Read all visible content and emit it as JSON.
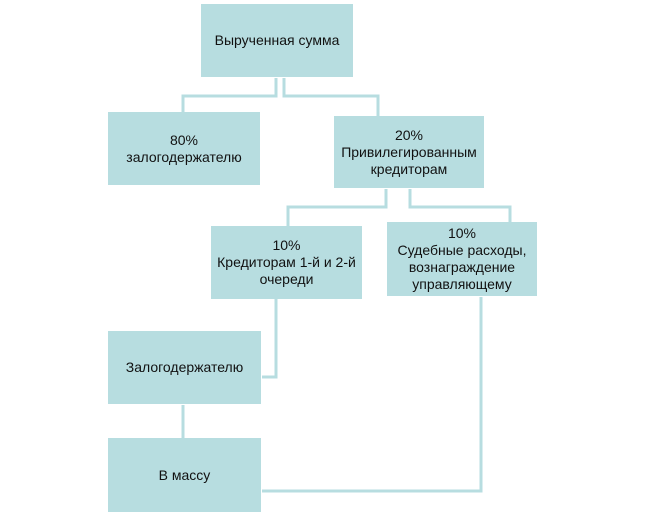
{
  "diagram": {
    "nodes": {
      "revenue": {
        "label": "Вырученная сумма"
      },
      "pledgee80": {
        "label": "80%\nзалогодержателю"
      },
      "priv20": {
        "label": "20%\nПривилегированным\nкредиторам"
      },
      "cred10": {
        "label": "10%\nКредиторам 1-й и 2-й\nочереди"
      },
      "court10": {
        "label": "10%\nСудебные расходы,\nвознаграждение\nуправляющему"
      },
      "pledgee": {
        "label": "Залогодержателю"
      },
      "mass": {
        "label": "В массу"
      }
    },
    "edges": [
      {
        "from": "revenue",
        "to": "pledgee80"
      },
      {
        "from": "revenue",
        "to": "priv20"
      },
      {
        "from": "priv20",
        "to": "cred10"
      },
      {
        "from": "priv20",
        "to": "court10"
      },
      {
        "from": "cred10",
        "to": "pledgee"
      },
      {
        "from": "pledgee",
        "to": "mass"
      },
      {
        "from": "court10",
        "to": "mass"
      }
    ],
    "colors": {
      "box_fill": "#b7dde0",
      "connector": "#b7dde0",
      "text": "#111111"
    }
  }
}
